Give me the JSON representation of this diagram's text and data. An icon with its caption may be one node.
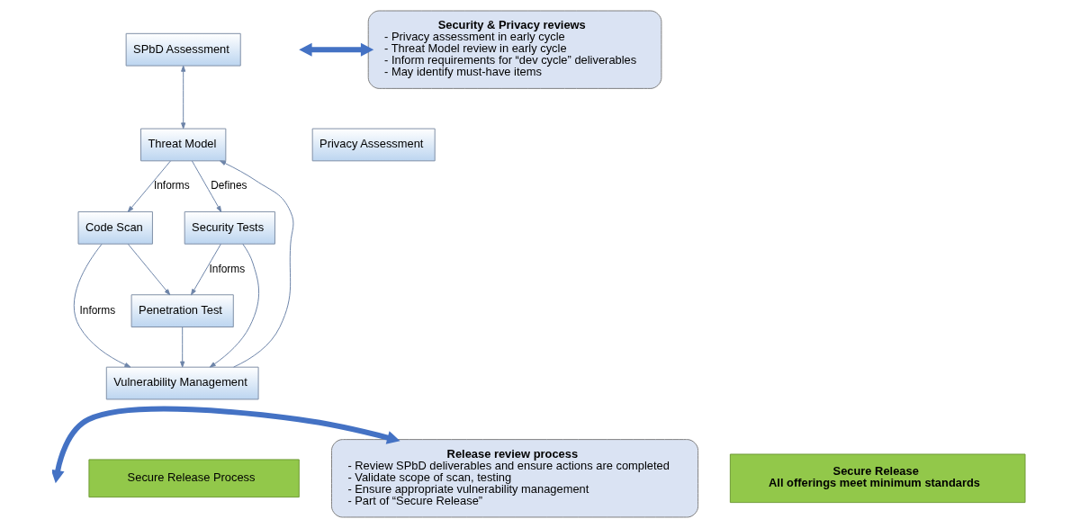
{
  "diagram": {
    "nodes": [
      {
        "text": [
          "SPbD Assessment"
        ]
      },
      {
        "text": [
          "Threat Model"
        ]
      },
      {
        "text": [
          "Privacy Assessment"
        ]
      },
      {
        "text": [
          "Code Scan"
        ]
      },
      {
        "text": [
          "Security Tests"
        ]
      },
      {
        "text": [
          "Penetration Test"
        ]
      },
      {
        "text": [
          "Vulnerability Management"
        ]
      },
      {
        "text": [
          "Security & Privacy reviews",
          "- Privacy assessment in early cycle",
          "- Threat Model review in early cycle",
          "- Inform requirements for “dev cycle” deliverables",
          "- May identify must-have items"
        ]
      },
      {
        "text": [
          "Release review process",
          "- Review SPbD deliverables and ensure actions are completed",
          "- Validate scope of scan, testing",
          "- Ensure appropriate vulnerability management",
          "- Part of “Secure Release”"
        ]
      },
      {
        "text": [
          "Secure Release Process"
        ]
      },
      {
        "text": [
          "Secure Release",
          "All offerings meet minimum standards"
        ]
      }
    ],
    "edges": [
      {
        "from": 0,
        "to": 1,
        "arrow": "both"
      },
      {
        "from": 6,
        "to": 1,
        "arrow": "to"
      },
      {
        "from": 1,
        "to": 3,
        "arrow": "to",
        "label": "Informs"
      },
      {
        "from": 1,
        "to": 4,
        "arrow": "to",
        "label": "Defines"
      },
      {
        "from": 3,
        "to": 5,
        "arrow": "to"
      },
      {
        "from": 4,
        "to": 5,
        "arrow": "to",
        "label": "Informs"
      },
      {
        "from": 3,
        "to": 6,
        "arrow": "to",
        "label": "Informs"
      },
      {
        "from": 5,
        "to": 6,
        "arrow": "to"
      },
      {
        "from": 4,
        "to": 6,
        "arrow": "to"
      },
      {
        "from": null,
        "to": 7,
        "arrow": "both",
        "style": "thick",
        "color": "#4472c4"
      },
      {
        "from": null,
        "to": 8,
        "arrow": "both",
        "style": "thick",
        "color": "#4472c4"
      }
    ]
  }
}
